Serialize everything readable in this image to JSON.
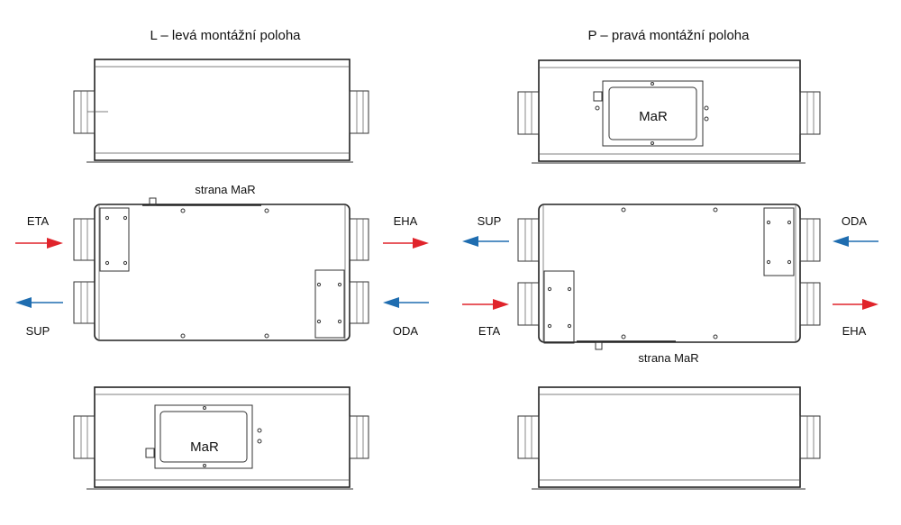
{
  "left": {
    "title": "L – levá montážní poloha",
    "side_label": "strana MaR",
    "panel_label": "MaR",
    "ports": {
      "in_top": "ETA",
      "in_bottom": "SUP",
      "out_top": "EHA",
      "out_bottom": "ODA"
    }
  },
  "right": {
    "title": "P – pravá montážní poloha",
    "side_label": "strana MaR",
    "panel_label": "MaR",
    "ports": {
      "in_top": "SUP",
      "in_bottom": "ETA",
      "out_top": "ODA",
      "out_bottom": "EHA"
    }
  },
  "colors": {
    "warm_arrow": "#e0242b",
    "cold_arrow": "#1f6db0",
    "line": "#333333"
  }
}
